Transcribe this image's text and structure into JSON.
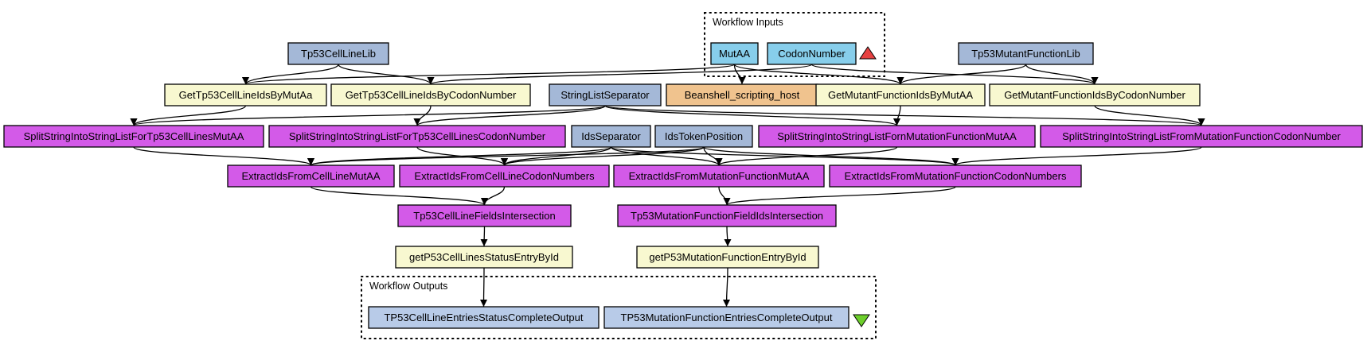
{
  "diagram": {
    "colors": {
      "input_port": "#87ceeb",
      "library_string": "#a4b8d7",
      "beanshell": "#f0c38e",
      "localworker": "#f8f8d0",
      "processor": "#d35ae8",
      "output_port": "#b8cbe8",
      "edge": "#000000",
      "inputs_marker": "#e64141",
      "outputs_marker": "#6dcf2c"
    },
    "clusters": [
      {
        "id": "inputs",
        "label": "Workflow Inputs"
      },
      {
        "id": "outputs",
        "label": "Workflow Outputs"
      }
    ],
    "nodes": [
      {
        "id": "mutaa",
        "label": "MutAA",
        "kind": "input_port"
      },
      {
        "id": "codon",
        "label": "CodonNumber",
        "kind": "input_port"
      },
      {
        "id": "cellLib",
        "label": "Tp53CellLineLib",
        "kind": "library_string"
      },
      {
        "id": "mutLib",
        "label": "Tp53MutantFunctionLib",
        "kind": "library_string"
      },
      {
        "id": "getCellMut",
        "label": "GetTp53CellLineIdsByMutAa",
        "kind": "localworker"
      },
      {
        "id": "getCellCodon",
        "label": "GetTp53CellLineIdsByCodonNumber",
        "kind": "localworker"
      },
      {
        "id": "strSep",
        "label": "StringListSeparator",
        "kind": "library_string"
      },
      {
        "id": "beanshell",
        "label": "Beanshell_scripting_host",
        "kind": "beanshell"
      },
      {
        "id": "getMutMut",
        "label": "GetMutantFunctionIdsByMutAA",
        "kind": "localworker"
      },
      {
        "id": "getMutCodon",
        "label": "GetMutantFunctionIdsByCodonNumber",
        "kind": "localworker"
      },
      {
        "id": "splitCellMut",
        "label": "SplitStringIntoStringListForTp53CellLinesMutAA",
        "kind": "processor"
      },
      {
        "id": "splitCellCodon",
        "label": "SplitStringIntoStringListForTp53CellLinesCodonNumber",
        "kind": "processor"
      },
      {
        "id": "idsSep",
        "label": "IdsSeparator",
        "kind": "library_string"
      },
      {
        "id": "idsTok",
        "label": "IdsTokenPosition",
        "kind": "library_string"
      },
      {
        "id": "splitMutMut",
        "label": "SplitStringIntoStringListFornMutationFunctionMutAA",
        "kind": "processor"
      },
      {
        "id": "splitMutCodon",
        "label": "SplitStringIntoStringListFromMutationFunctionCodonNumber",
        "kind": "processor"
      },
      {
        "id": "extCellMut",
        "label": "ExtractIdsFromCellLineMutAA",
        "kind": "processor"
      },
      {
        "id": "extCellCodon",
        "label": "ExtractIdsFromCellLineCodonNumbers",
        "kind": "processor"
      },
      {
        "id": "extMutMut",
        "label": "ExtractIdsFromMutationFunctionMutAA",
        "kind": "processor"
      },
      {
        "id": "extMutCodon",
        "label": "ExtractIdsFromMutationFunctionCodonNumbers",
        "kind": "processor"
      },
      {
        "id": "cellInter",
        "label": "Tp53CellLineFieldsIntersection",
        "kind": "processor"
      },
      {
        "id": "mutInter",
        "label": "Tp53MutationFunctionFieldIdsIntersection",
        "kind": "processor"
      },
      {
        "id": "getCellStatus",
        "label": "getP53CellLinesStatusEntryById",
        "kind": "localworker"
      },
      {
        "id": "getMutEntry",
        "label": "getP53MutationFunctionEntryById",
        "kind": "localworker"
      },
      {
        "id": "outCell",
        "label": "TP53CellLineEntriesStatusCompleteOutput",
        "kind": "output_port"
      },
      {
        "id": "outMut",
        "label": "TP53MutationFunctionEntriesCompleteOutput",
        "kind": "output_port"
      }
    ],
    "edges": [
      [
        "cellLib",
        "getCellMut"
      ],
      [
        "cellLib",
        "getCellCodon"
      ],
      [
        "mutaa",
        "getCellMut"
      ],
      [
        "mutaa",
        "beanshell"
      ],
      [
        "mutaa",
        "getMutMut"
      ],
      [
        "codon",
        "getCellCodon"
      ],
      [
        "codon",
        "getMutCodon"
      ],
      [
        "mutLib",
        "getMutMut"
      ],
      [
        "mutLib",
        "getMutCodon"
      ],
      [
        "getCellMut",
        "splitCellMut"
      ],
      [
        "getCellCodon",
        "splitCellCodon"
      ],
      [
        "strSep",
        "splitCellMut"
      ],
      [
        "strSep",
        "splitCellCodon"
      ],
      [
        "strSep",
        "splitMutMut"
      ],
      [
        "strSep",
        "splitMutCodon"
      ],
      [
        "getMutMut",
        "splitMutMut"
      ],
      [
        "getMutCodon",
        "splitMutCodon"
      ],
      [
        "splitCellMut",
        "extCellMut"
      ],
      [
        "splitCellCodon",
        "extCellCodon"
      ],
      [
        "splitMutMut",
        "extMutMut"
      ],
      [
        "splitMutCodon",
        "extMutCodon"
      ],
      [
        "idsSep",
        "extCellMut"
      ],
      [
        "idsSep",
        "extCellCodon"
      ],
      [
        "idsSep",
        "extMutMut"
      ],
      [
        "idsSep",
        "extMutCodon"
      ],
      [
        "idsTok",
        "extCellMut"
      ],
      [
        "idsTok",
        "extCellCodon"
      ],
      [
        "idsTok",
        "extMutMut"
      ],
      [
        "idsTok",
        "extMutCodon"
      ],
      [
        "extCellMut",
        "cellInter"
      ],
      [
        "extCellCodon",
        "cellInter"
      ],
      [
        "extMutMut",
        "mutInter"
      ],
      [
        "extMutCodon",
        "mutInter"
      ],
      [
        "cellInter",
        "getCellStatus"
      ],
      [
        "mutInter",
        "getMutEntry"
      ],
      [
        "getCellStatus",
        "outCell"
      ],
      [
        "getMutEntry",
        "outMut"
      ]
    ]
  }
}
